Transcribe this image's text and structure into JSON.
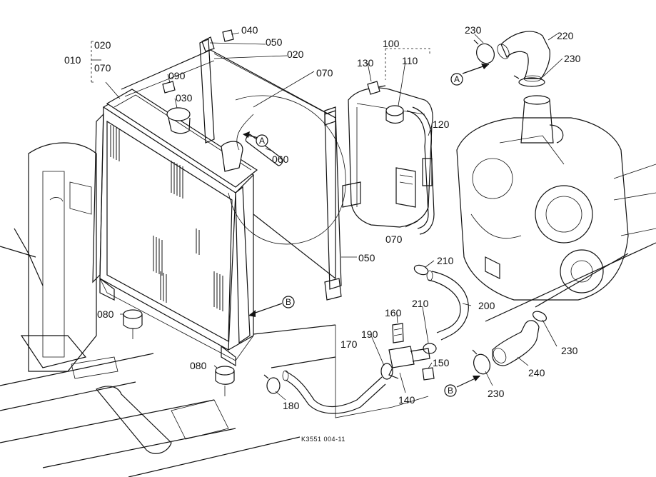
{
  "parts": {
    "p010": "010",
    "p020a": "020",
    "p070a": "070",
    "p040": "040",
    "p050a": "050",
    "p020b": "020",
    "p070b": "070",
    "p090": "090",
    "p030": "030",
    "p060": "060",
    "p100": "100",
    "p130": "130",
    "p110": "110",
    "p120": "120",
    "p070c": "070",
    "p050b": "050",
    "p230a": "230",
    "p220": "220",
    "p230b": "230",
    "p210a": "210",
    "p200": "200",
    "p210b": "210",
    "p160": "160",
    "p190": "190",
    "p170": "170",
    "p150": "150",
    "p140": "140",
    "p180": "180",
    "p080a": "080",
    "p080b": "080",
    "p230c": "230",
    "p240": "240",
    "p230d": "230"
  },
  "callouts": {
    "a1": "A",
    "a2": "A",
    "b1": "B",
    "b2": "B"
  },
  "drawing_code": "K3551 004-11"
}
